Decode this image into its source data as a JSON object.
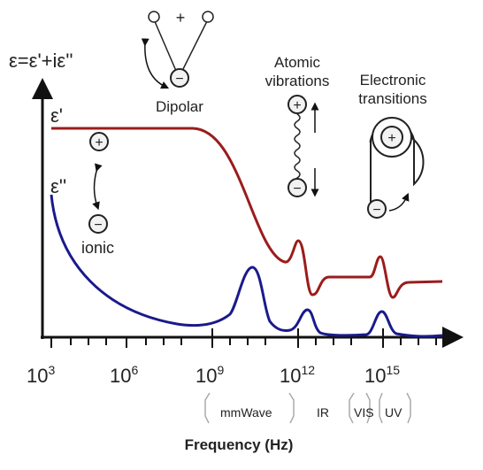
{
  "equation": "ε=ε'+iε''",
  "curve_labels": {
    "real": "ε'",
    "imag": "ε''"
  },
  "mechanisms": {
    "dipolar": "Dipolar",
    "atomic_line1": "Atomic",
    "atomic_line2": "vibrations",
    "electronic_line1": "Electronic",
    "electronic_line2": "transitions",
    "ionic": "ionic"
  },
  "symbols": {
    "plus": "+",
    "minus": "−"
  },
  "axis": {
    "xlabel": "Frequency (Hz)",
    "ticks": [
      {
        "base": "10",
        "exp": "3"
      },
      {
        "base": "10",
        "exp": "6"
      },
      {
        "base": "10",
        "exp": "9"
      },
      {
        "base": "10",
        "exp": "12"
      },
      {
        "base": "10",
        "exp": "15"
      }
    ]
  },
  "bands": [
    "mmWave",
    "IR",
    "VIS",
    "UV"
  ],
  "colors": {
    "real": "#9b1c1c",
    "imag": "#1a1a8c",
    "axis": "#111111",
    "bracket": "#aaaaaa"
  }
}
